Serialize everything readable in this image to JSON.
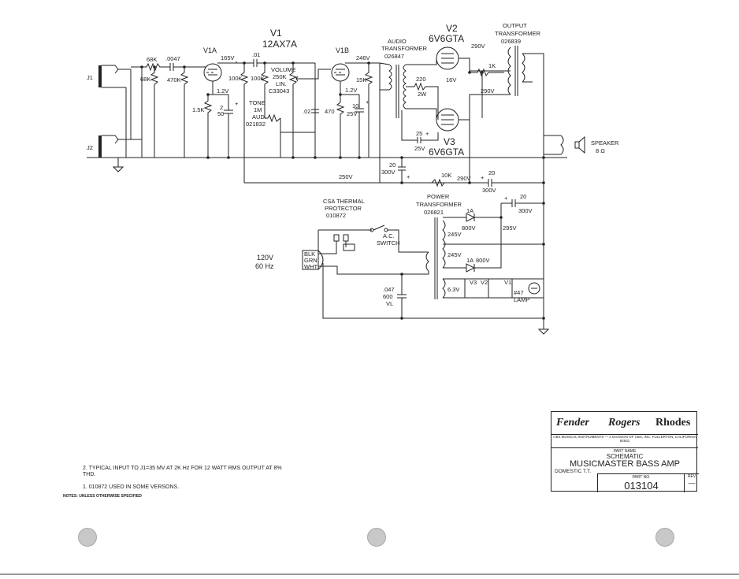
{
  "jacks": {
    "j1": "J1",
    "j2": "J2"
  },
  "v1": {
    "title": "V1",
    "tube": "12AX7A",
    "section_a": "V1A",
    "section_b": "V1B"
  },
  "v2": {
    "title": "V2",
    "tube": "6V6GTA"
  },
  "v3": {
    "title": "V3",
    "tube": "6V6GTA"
  },
  "audio_transformer": {
    "line1": "AUDIO",
    "line2": "TRANSFORMER",
    "part": "026847"
  },
  "output_transformer": {
    "line1": "OUTPUT",
    "line2": "TRANSFORMER",
    "part": "026839"
  },
  "power_transformer": {
    "line1": "POWER",
    "line2": "TRANSFORMER",
    "part": "026821"
  },
  "thermal": {
    "line1": "CSA THERMAL",
    "line2": "PROTECTOR",
    "part": "010872"
  },
  "switch": {
    "line1": "A.C.",
    "line2": "SWITCH"
  },
  "mains": {
    "volts": "120V",
    "hz": "60 Hz",
    "blk": "BLK",
    "grn": "GRN",
    "wht": "WHT"
  },
  "speaker": {
    "label": "SPEAKER",
    "ohms": "8 Ω"
  },
  "components": {
    "r68k_a": "68K",
    "r68k_b": "68K",
    "c0047": ".0047",
    "r470k": "470K",
    "v165": "165V",
    "c01": ".01",
    "r100k_a": "100K",
    "r100k_b": "100K",
    "vol_line1": "VOLUME",
    "vol_line2": "250K",
    "vol_line3": "LIN.",
    "vol_part": "C33043",
    "tone_line1": "TONE",
    "tone_line2": "1M",
    "tone_line3": "AUD.",
    "tone_part": "021832",
    "v1a_12v": "1.2V",
    "r15k_a": "1.5K",
    "c50_a": "2",
    "c50_b": "50",
    "plus": "+",
    "c02": ".02",
    "v246": "246V",
    "r15k": "15K",
    "v1b_12v": "1.2V",
    "r470": "470",
    "c10": "10",
    "c25v": "25V",
    "r220": "220",
    "r2w": "2W",
    "v16": "16V",
    "c25": "25",
    "c25v_b": "25V",
    "v290_a": "290V",
    "r1k": "1K",
    "v290_b": "290V",
    "c20_a": "20",
    "c300v_a": "300V",
    "v250": "250V",
    "r10k": "10K",
    "v290_c": "290V",
    "c20_b": "20",
    "c300v_b": "300V",
    "c20_c": "20",
    "c300v_c": "300V",
    "d1a_a": "1A",
    "d800v_a": "800V",
    "v295": "295V",
    "v245_a": "245V",
    "v245_b": "245V",
    "d1a_b": "1A",
    "d800v_b": "800V",
    "v63": "6.3V",
    "h_v3": "V3",
    "h_v2": "V2",
    "h_v1": "V1",
    "lamp_a": "#47",
    "lamp_b": "LAMP",
    "c047": ".047",
    "c600": "600",
    "cvl": "VL"
  },
  "notes": {
    "n2": "2. TYPICAL INPUT TO J1=35 MV AT 2K Hz FOR 12 WATT RMS OUTPUT AT 8% THD.",
    "n1": "1. 010872 USED IN SOME VERSONS.",
    "header": "NOTES: UNLESS OTHERWISE SPECIFIED"
  },
  "title_block": {
    "logo_fender": "Fender",
    "logo_rogers": "Rogers",
    "logo_rhodes": "Rhodes",
    "company": "CBS MUSICAL INSTRUMENTS — A DIVISION OF CBS, INC. FULLERTON, CALIFORNIA 92631",
    "part_name_header": "PART NAME",
    "part_name_1": "SCHEMATIC",
    "part_name_2": "MUSICMASTER BASS AMP",
    "part_name_3": "DOMESTIC T.T.",
    "part_no_header": "PART NO.",
    "part_no": "013104",
    "rev_header": "REV",
    "rev": "—"
  }
}
